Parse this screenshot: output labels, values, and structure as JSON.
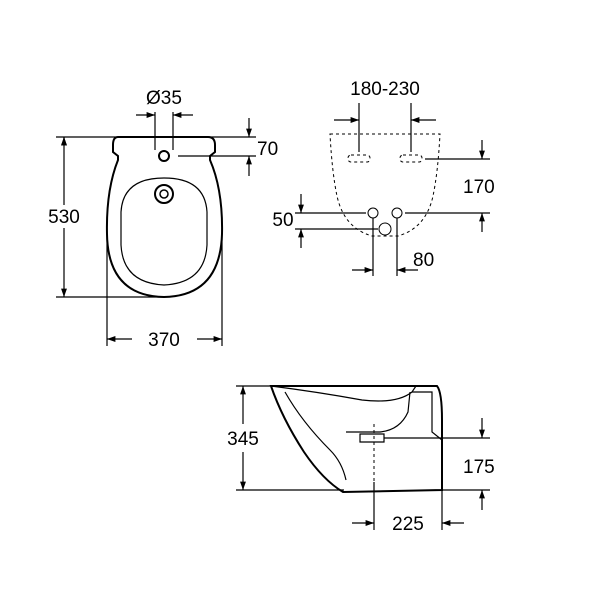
{
  "top_view": {
    "hole_diameter": "Ø35",
    "hole_offset": "70",
    "depth": "530",
    "width": "370"
  },
  "rear_view": {
    "fixing_spacing": "180-230",
    "fixing_height": "170",
    "supply_height": "50",
    "supply_spacing": "80"
  },
  "side_view": {
    "height": "345",
    "outlet_height": "175",
    "outlet_distance": "225"
  }
}
